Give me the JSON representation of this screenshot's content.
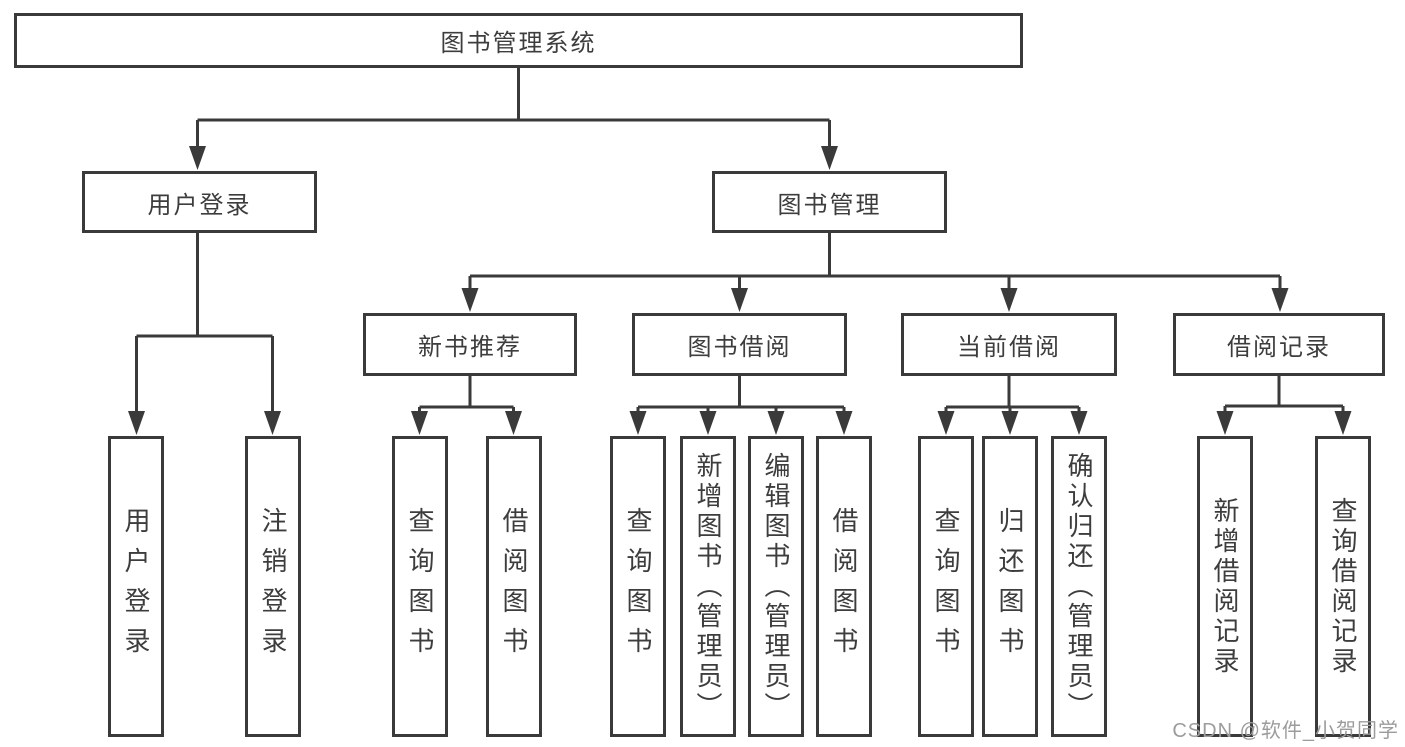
{
  "diagram": {
    "root": {
      "label": "图书管理系统"
    },
    "branches": [
      {
        "label": "用户登录",
        "children": [
          {
            "label": "用户登录"
          },
          {
            "label": "注销登录"
          }
        ]
      },
      {
        "label": "图书管理",
        "groups": [
          {
            "label": "新书推荐",
            "children": [
              {
                "label": "查询图书"
              },
              {
                "label": "借阅图书"
              }
            ]
          },
          {
            "label": "图书借阅",
            "children": [
              {
                "label": "查询图书"
              },
              {
                "label": "新增图书（管理员）"
              },
              {
                "label": "编辑图书（管理员）"
              },
              {
                "label": "借阅图书"
              }
            ]
          },
          {
            "label": "当前借阅",
            "children": [
              {
                "label": "查询图书"
              },
              {
                "label": "归还图书"
              },
              {
                "label": "确认归还（管理员）"
              }
            ]
          },
          {
            "label": "借阅记录",
            "children": [
              {
                "label": "新增借阅记录"
              },
              {
                "label": "查询借阅记录"
              }
            ]
          }
        ]
      }
    ]
  },
  "watermark": {
    "text": "CSDN @软件_小贺同学"
  },
  "colors": {
    "line": "#3a3a3a",
    "text": "#3d3d3d",
    "background": "#ffffff",
    "watermark": "#9c9c9c"
  }
}
